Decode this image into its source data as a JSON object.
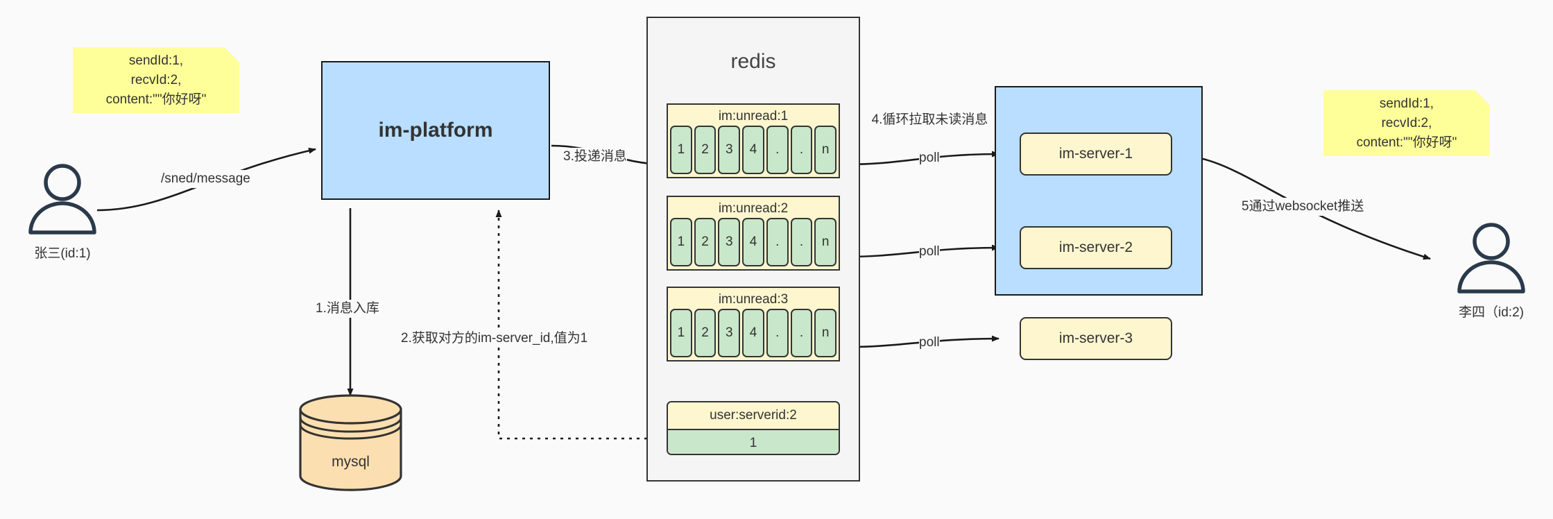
{
  "diagram": {
    "title": "IM message delivery architecture",
    "colors": {
      "sticky": "#ffff99",
      "process": "#b9deff",
      "key_header": "#fdf6ce",
      "cell": "#c9e7ca",
      "database": "#fcdfb0",
      "container": "#f5f5f5",
      "stroke": "#333333"
    }
  },
  "notes": {
    "left": {
      "line1": "sendId:1,",
      "line2": "recvId:2,",
      "line3": "content:\"\"你好呀\""
    },
    "right": {
      "line1": "sendId:1,",
      "line2": "recvId:2,",
      "line3": "content:\"\"你好呀\""
    }
  },
  "actors": {
    "sender": {
      "label": "张三(id:1)"
    },
    "receiver": {
      "label": "李四（id:2)"
    }
  },
  "platform": {
    "label": "im-platform"
  },
  "database": {
    "label": "mysql"
  },
  "redis": {
    "title": "redis",
    "lists": [
      {
        "key": "im:unread:1",
        "cells": [
          "1",
          "2",
          "3",
          "4",
          ".",
          ".",
          "n"
        ]
      },
      {
        "key": "im:unread:2",
        "cells": [
          "1",
          "2",
          "3",
          "4",
          ".",
          ".",
          "n"
        ]
      },
      {
        "key": "im:unread:3",
        "cells": [
          "1",
          "2",
          "3",
          "4",
          ".",
          ".",
          "n"
        ]
      }
    ],
    "kv": {
      "key": "user:serverid:2",
      "value": "1"
    }
  },
  "cluster": {
    "servers": [
      {
        "label": "im-server-1"
      },
      {
        "label": "im-server-2"
      },
      {
        "label": "im-server-3"
      }
    ]
  },
  "edges": {
    "send_message": "/sned/message",
    "step1": "1.消息入库",
    "step2": "2.获取对方的im-server_id,值为1",
    "step3": "3.投递消息",
    "step4": "4.循环拉取未读消息",
    "step5": "5通过websocket推送",
    "poll1": "poll",
    "poll2": "poll",
    "poll3": "poll"
  }
}
